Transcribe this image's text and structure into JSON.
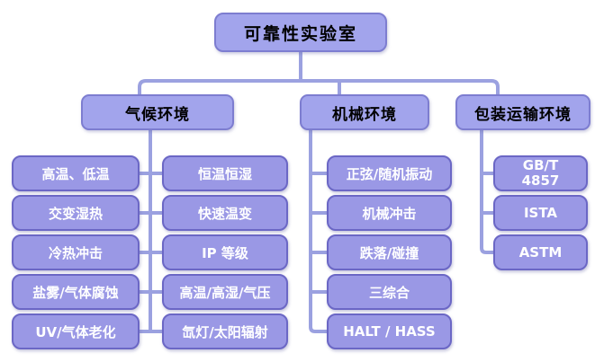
{
  "colors": {
    "header_fill": "#a2a4ec",
    "header_border": "#7d7dd0",
    "child_fill": "#9a98e5",
    "child_border": "#6b67c5",
    "connector_line": "#9ba1e0",
    "header_text": "#000000",
    "child_text": "#ffffff"
  },
  "root": {
    "label": "可靠性实验室"
  },
  "branches": [
    {
      "label": "气候环境",
      "col1": [
        "高温、低温",
        "交变湿热",
        "冷热冲击",
        "盐雾/气体腐蚀",
        "UV/气体老化"
      ],
      "col2": [
        "恒温恒湿",
        "快速温变",
        "IP 等级",
        "高温/高湿/气压",
        "氙灯/太阳辐射"
      ]
    },
    {
      "label": "机械环境",
      "children": [
        "正弦/随机振动",
        "机械冲击",
        "跌落/碰撞",
        "三综合",
        "HALT / HASS"
      ]
    },
    {
      "label": "包装运输环境",
      "children": [
        "GB/T\n4857",
        "ISTA",
        "ASTM"
      ]
    }
  ]
}
